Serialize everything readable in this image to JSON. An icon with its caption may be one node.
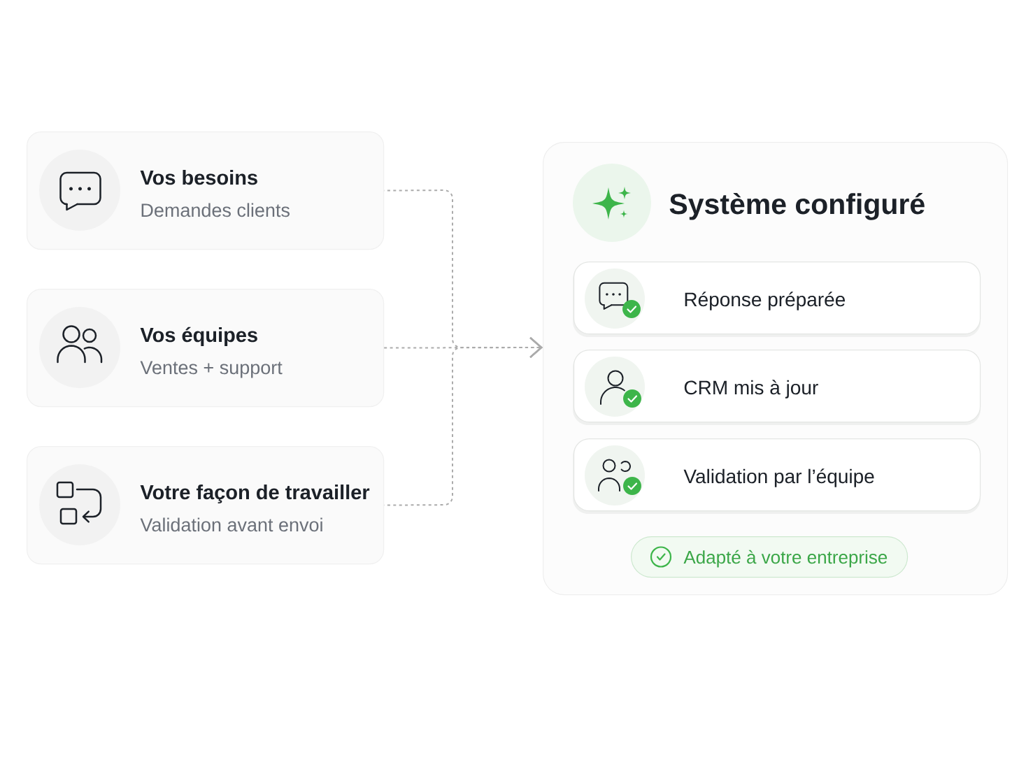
{
  "diagram": {
    "nodes": [
      {
        "text": [
          "Vos besoins",
          "Demandes clients"
        ]
      },
      {
        "text": [
          "Vos équipes",
          "Ventes + support"
        ]
      },
      {
        "text": [
          "Votre façon de travailler",
          "Validation avant envoi"
        ]
      },
      {
        "text": [
          "Système configuré"
        ]
      },
      {
        "text": [
          "Réponse préparée"
        ],
        "in": 3
      },
      {
        "text": [
          "CRM mis à jour"
        ],
        "in": 3
      },
      {
        "text": [
          "Validation par l’équipe"
        ],
        "in": 3
      },
      {
        "text": [
          "Adapté à votre entreprise"
        ],
        "in": 3
      }
    ],
    "edges": [
      {
        "from": 0,
        "to": 3,
        "arrow": "to",
        "style": "dashed"
      },
      {
        "from": 1,
        "to": 3,
        "arrow": "to",
        "style": "dashed"
      },
      {
        "from": 2,
        "to": 3,
        "arrow": "to",
        "style": "dashed"
      }
    ]
  }
}
